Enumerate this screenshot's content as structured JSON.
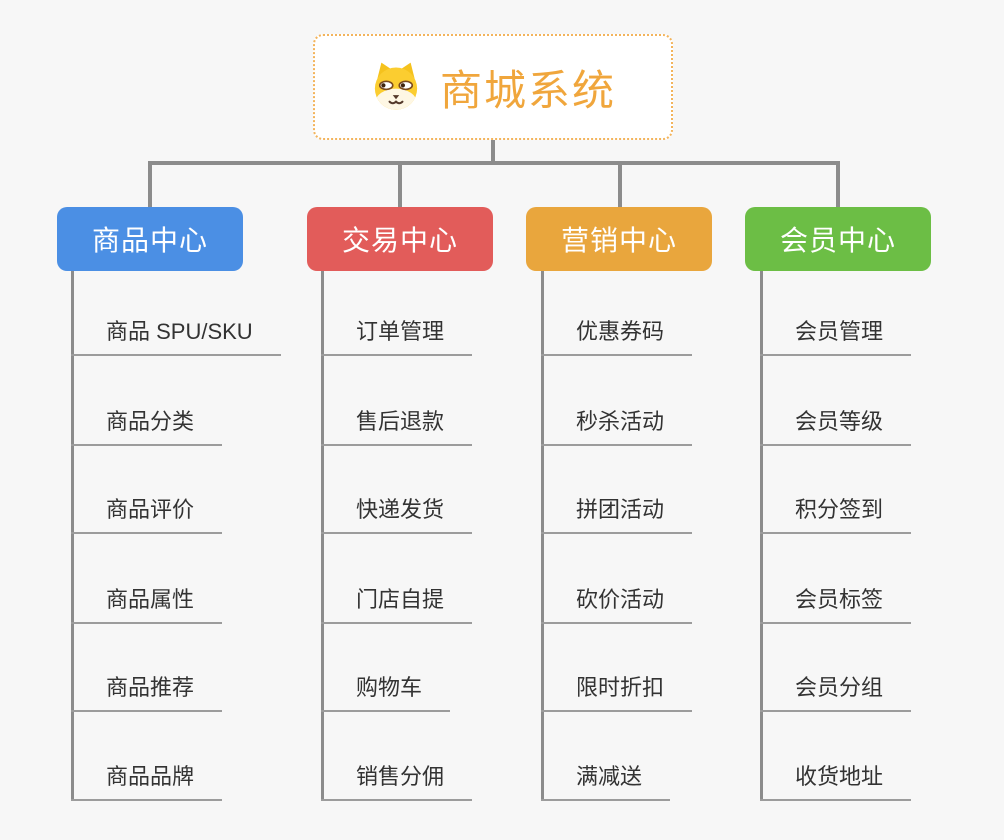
{
  "canvas": {
    "background": "#F7F7F7",
    "connector_color": "#8C8C8C",
    "leaf_line_color": "#9C9C9C"
  },
  "root": {
    "label": "商城系统",
    "icon": "dog-face-icon",
    "text_color": "#F0A63C",
    "border_color": "#F3B45C",
    "background": "#FFFFFF"
  },
  "branches": [
    {
      "label": "商品中心",
      "color": "#4B8FE4",
      "items": [
        "商品 SPU/SKU",
        "商品分类",
        "商品评价",
        "商品属性",
        "商品推荐",
        "商品品牌"
      ]
    },
    {
      "label": "交易中心",
      "color": "#E25C5A",
      "items": [
        "订单管理",
        "售后退款",
        "快递发货",
        "门店自提",
        "购物车",
        "销售分佣"
      ]
    },
    {
      "label": "营销中心",
      "color": "#E9A63D",
      "items": [
        "优惠券码",
        "秒杀活动",
        "拼团活动",
        "砍价活动",
        "限时折扣",
        "满减送"
      ]
    },
    {
      "label": "会员中心",
      "color": "#6CBE45",
      "items": [
        "会员管理",
        "会员等级",
        "积分签到",
        "会员标签",
        "会员分组",
        "收货地址"
      ]
    }
  ]
}
